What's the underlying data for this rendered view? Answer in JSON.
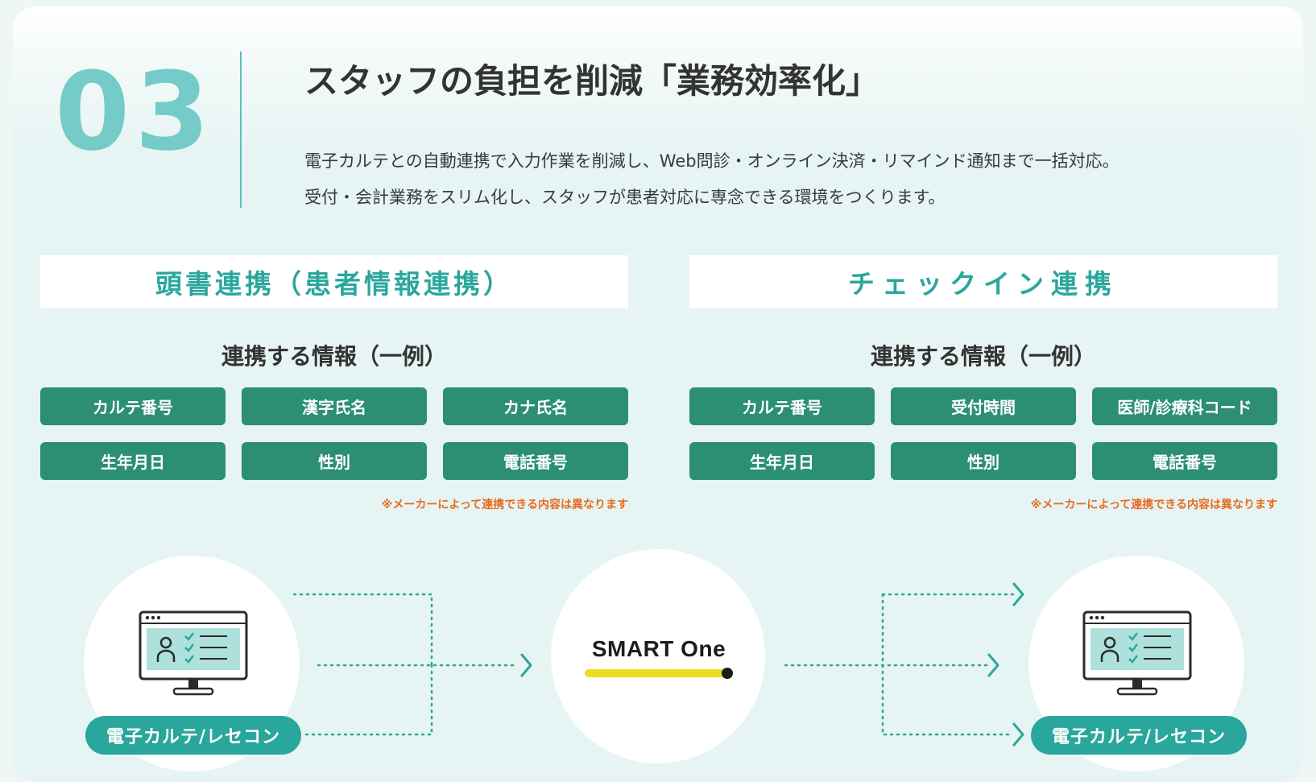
{
  "section": {
    "number": "03",
    "title": "スタッフの負担を削減「業務効率化」",
    "description": [
      "電子カルテとの自動連携で入力作業を削減し、Web問診・オンライン決済・リマインド通知まで一括対応。",
      "受付・会計業務をスリム化し、スタッフが患者対応に専念できる環境をつくります。"
    ]
  },
  "panels": {
    "left": {
      "heading": "頭書連携（患者情報連携）",
      "subheading": "連携する情報（一例）",
      "items": [
        "カルテ番号",
        "漢字氏名",
        "カナ氏名",
        "生年月日",
        "性別",
        "電話番号"
      ],
      "note": "※メーカーによって連携できる内容は異なります"
    },
    "right": {
      "heading": "チェックイン連携",
      "subheading": "連携する情報（一例）",
      "items": [
        "カルテ番号",
        "受付時間",
        "医師/診療科コード",
        "生年月日",
        "性別",
        "電話番号"
      ],
      "note": "※メーカーによって連携できる内容は異なります"
    }
  },
  "diagram": {
    "source_label": "電子カルテ/レセコン",
    "hub_logo": "SMART One",
    "target_label": "電子カルテ/レセコン",
    "icons": [
      "monitor-patient-icon",
      "smart-one-logo",
      "monitor-patient-icon"
    ]
  },
  "colors": {
    "accent_teal": "#2aa79d",
    "chip_green": "#2c8f74",
    "number_teal": "#74cbc7",
    "note_orange": "#e86b1f",
    "logo_yellow": "#f0dc1e"
  }
}
